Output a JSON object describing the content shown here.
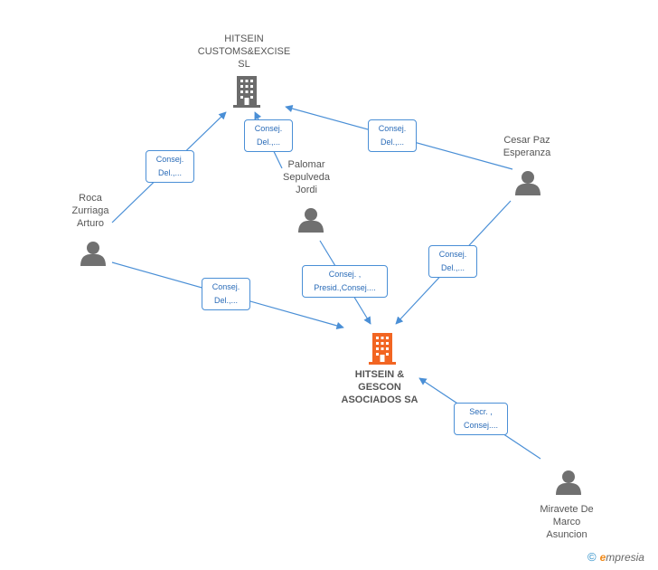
{
  "nodes": {
    "hitsein_customs": {
      "label_lines": [
        "HITSEIN",
        "CUSTOMS&EXCISE",
        "SL"
      ],
      "icon": "building-icon",
      "color": "#6b6b6b"
    },
    "main_company": {
      "label_lines": [
        "HITSEIN &",
        "GESCON",
        "ASOCIADOS SA"
      ],
      "icon": "building-icon",
      "color": "#f26522"
    },
    "roca": {
      "label_lines": [
        "Roca",
        "Zurriaga",
        "Arturo"
      ],
      "icon": "person-icon"
    },
    "palomar": {
      "label_lines": [
        "Palomar",
        "Sepulveda",
        "Jordi"
      ],
      "icon": "person-icon"
    },
    "cesar": {
      "label_lines": [
        "Cesar Paz",
        "Esperanza"
      ],
      "icon": "person-icon"
    },
    "miravete": {
      "label_lines": [
        "Miravete De",
        "Marco",
        "Asuncion"
      ],
      "icon": "person-icon"
    }
  },
  "edges": [
    {
      "id": "roca-customs",
      "lines": [
        "Consej.",
        "Del.,..."
      ]
    },
    {
      "id": "palomar-customs",
      "lines": [
        "Consej.",
        "Del.,..."
      ]
    },
    {
      "id": "cesar-customs",
      "lines": [
        "Consej.",
        "Del.,..."
      ]
    },
    {
      "id": "roca-main",
      "lines": [
        "Consej.",
        "Del.,..."
      ]
    },
    {
      "id": "palomar-main",
      "lines": [
        "Consej. ,",
        "Presid.,Consej...."
      ]
    },
    {
      "id": "cesar-main",
      "lines": [
        "Consej.",
        "Del.,..."
      ]
    },
    {
      "id": "miravete-main",
      "lines": [
        "Secr. ,",
        "Consej...."
      ]
    }
  ],
  "footer": {
    "copyright": "©",
    "brand_e": "e",
    "brand_rest": "mpresia"
  },
  "colors": {
    "edge": "#4a8fd6",
    "person": "#707070",
    "building_grey": "#6b6b6b",
    "building_main": "#f26522"
  }
}
